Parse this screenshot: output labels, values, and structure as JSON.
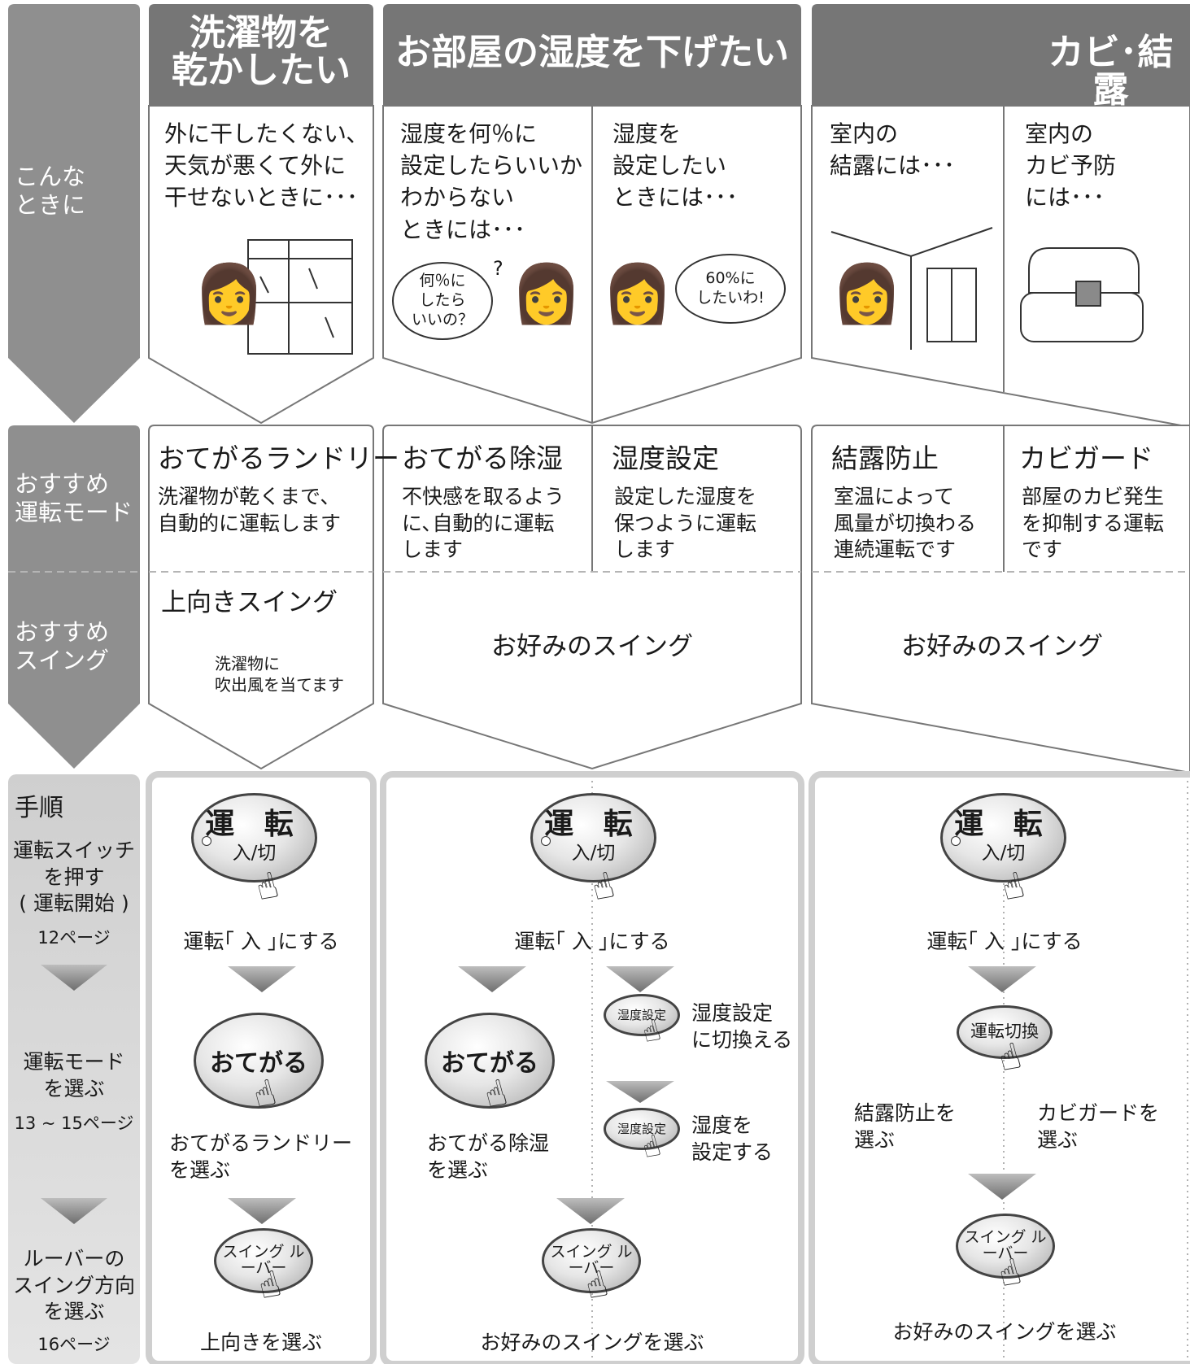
{
  "headers": {
    "laundry": "洗濯物を\n乾かしたい",
    "humidity": "お部屋の湿度を下げたい",
    "mold": "カビ･結露"
  },
  "rows": {
    "situation": "こんな\nときに",
    "mode": "おすすめ\n運転モード",
    "swing": "おすすめ\nスイング",
    "procedure": "手順"
  },
  "situations": {
    "laundry": "外に干したくない､\n天気が悪くて外に\n干せないときに･･･",
    "humidity_unknown": "湿度を何％に\n設定したらいいか\nわからない\nときには･･･",
    "humidity_set": "湿度を\n設定したい\nときには･･･",
    "condensation": "室内の\n結露には･･･",
    "mold": "室内の\nカビ予防\nには･･･"
  },
  "bubbles": {
    "question": "何％に\nしたら\nいいの？",
    "question_mark": "?",
    "answer": "60%に\nしたいわ!"
  },
  "modes": {
    "laundry": {
      "title": "おてがるランドリー",
      "desc": "洗濯物が乾くまで､\n自動的に運転します"
    },
    "dehumid": {
      "title": "おてがる除湿",
      "desc": "不快感を取るよう\nに､自動的に運転\nします"
    },
    "humidity": {
      "title": "湿度設定",
      "desc": "設定した湿度を\n保つように運転\nします"
    },
    "condensation": {
      "title": "結露防止",
      "desc": "室温によって\n風量が切換わる\n連続運転です"
    },
    "moldguard": {
      "title": "カビガード",
      "desc": "部屋のカビ発生\nを抑制する運転\nです"
    }
  },
  "swings": {
    "laundry_title": "上向きスイング",
    "laundry_note": "洗濯物に\n吹出風を当てます",
    "humidity": "お好みのスイング",
    "mold": "お好みのスイング"
  },
  "steps_side": {
    "s1": "運転スイッチ\nを押す\n( 運転開始 )",
    "s1_page": "12ページ",
    "s2": "運転モード\nを選ぶ",
    "s2_page": "13 ~ 15ページ",
    "s3": "ルーバーの\nスイング方向\nを選ぶ",
    "s3_page": "16ページ"
  },
  "buttons": {
    "power_main": "運 転",
    "power_sub": "入/切",
    "otegaru": "おてがる",
    "humidity_set": "湿度設定",
    "mode_switch": "運転切換",
    "swing_louver": "スイング\nルーバー"
  },
  "steps": {
    "power_on": "運転｢ 入 ｣にする",
    "choose_laundry": "おてがるランドリー\nを選ぶ",
    "choose_up": "上向きを選ぶ",
    "choose_dehumid": "おてがる除湿\nを選ぶ",
    "switch_humidity": "湿度設定\nに切換える",
    "set_humidity": "湿度を\n設定する",
    "choose_swing": "お好みのスイングを選ぶ",
    "choose_condensation": "結露防止を\n選ぶ",
    "choose_moldguard": "カビガードを\n選ぶ"
  },
  "colors": {
    "header_gray": "#767676",
    "side_gray": "#8f8f8f",
    "proc_gray": "#d5d5d5",
    "line": "#777777"
  }
}
